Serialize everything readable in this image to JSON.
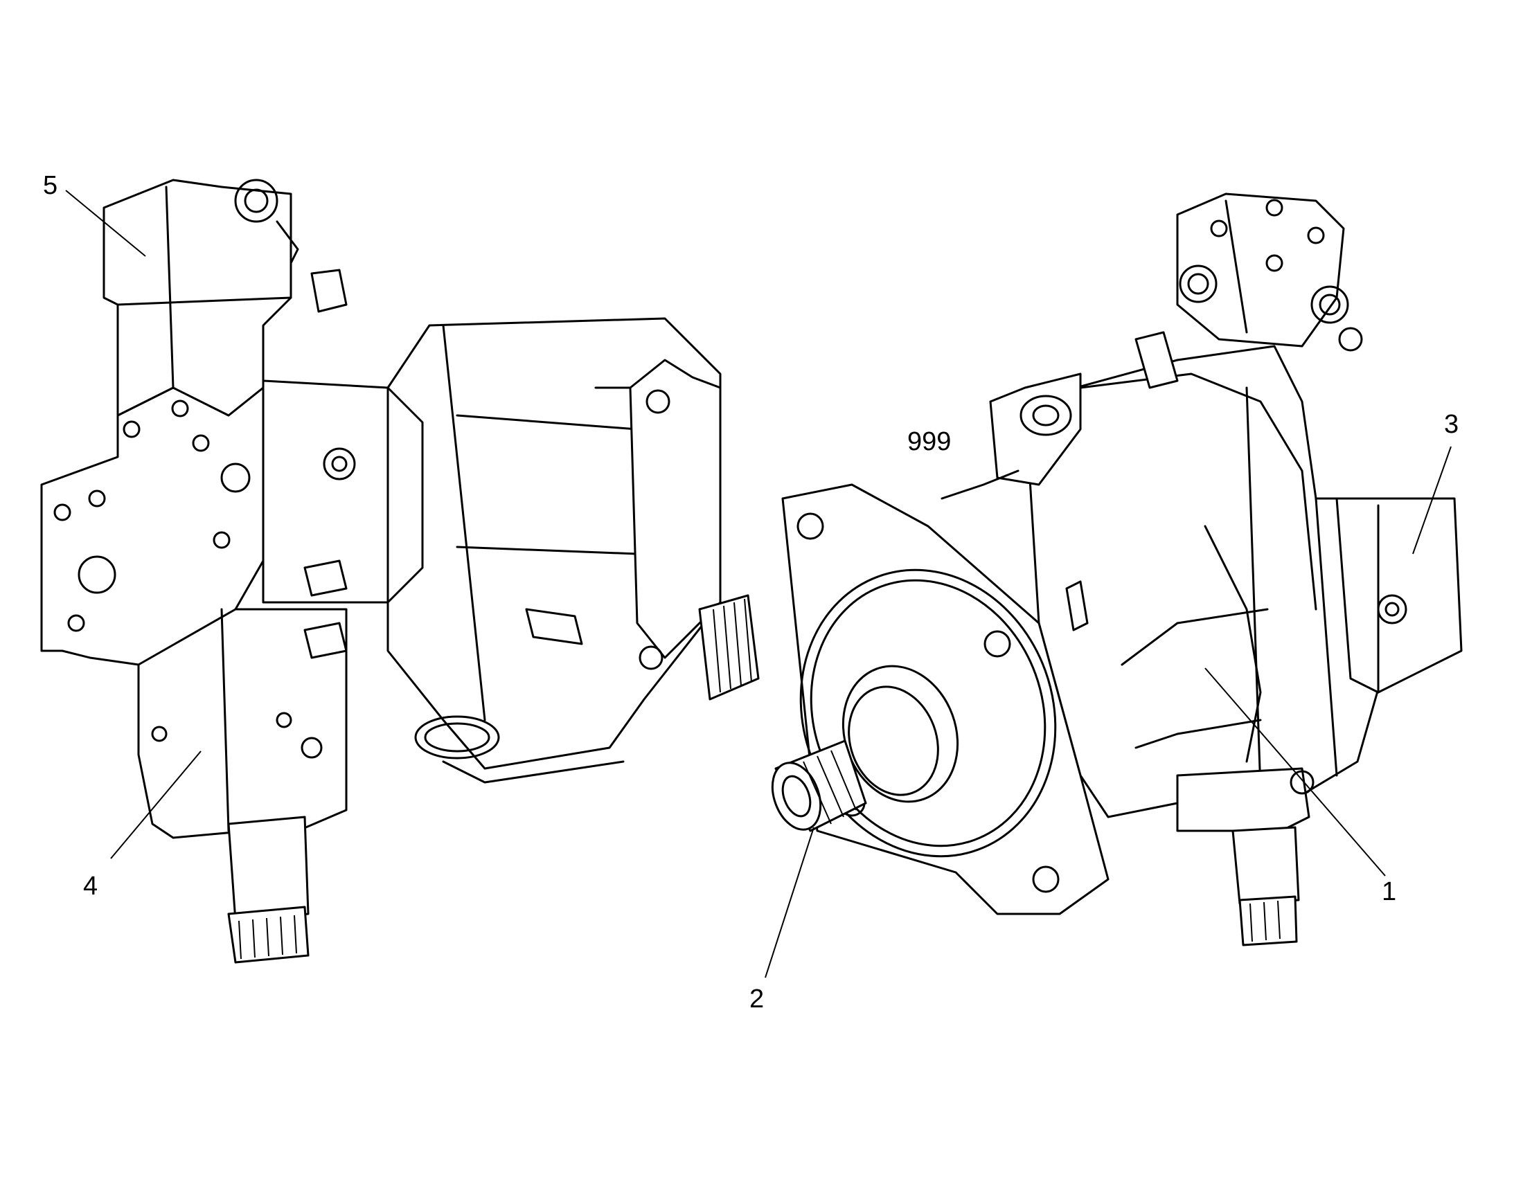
{
  "callouts": {
    "c1": "1",
    "c2": "2",
    "c3": "3",
    "c4": "4",
    "c5": "5",
    "c999": "999"
  },
  "colors": {
    "line": "#000000",
    "background": "#ffffff"
  }
}
